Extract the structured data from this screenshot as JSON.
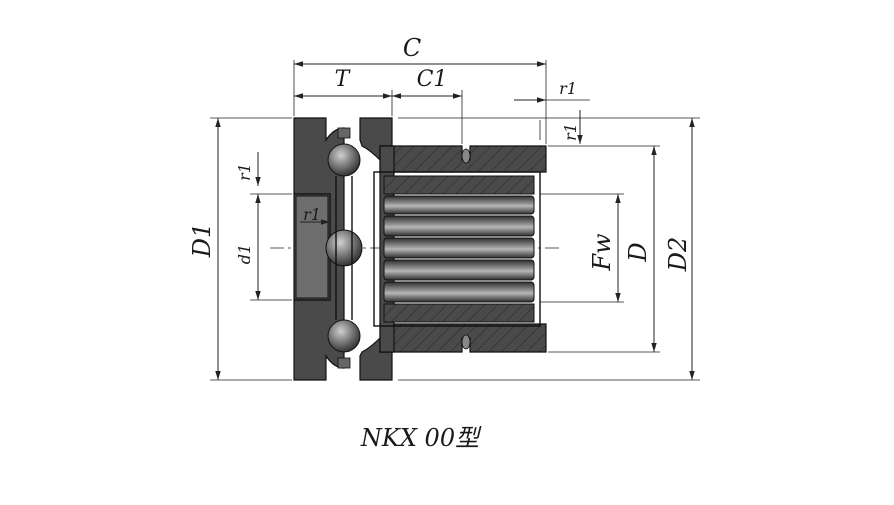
{
  "caption": "NKX 00型",
  "dimensions": {
    "C": "C",
    "T": "T",
    "C1": "C1",
    "r1_top": "r1",
    "r1_right": "r1",
    "r1_left": "r1",
    "r1_inner": "r1",
    "D1": "D1",
    "d1": "d1",
    "Fw": "Fw",
    "D": "D",
    "D2": "D2"
  },
  "colors": {
    "body": "#4a4a4a",
    "outline": "#111111",
    "dimension": "#222222",
    "background": "#ffffff"
  }
}
